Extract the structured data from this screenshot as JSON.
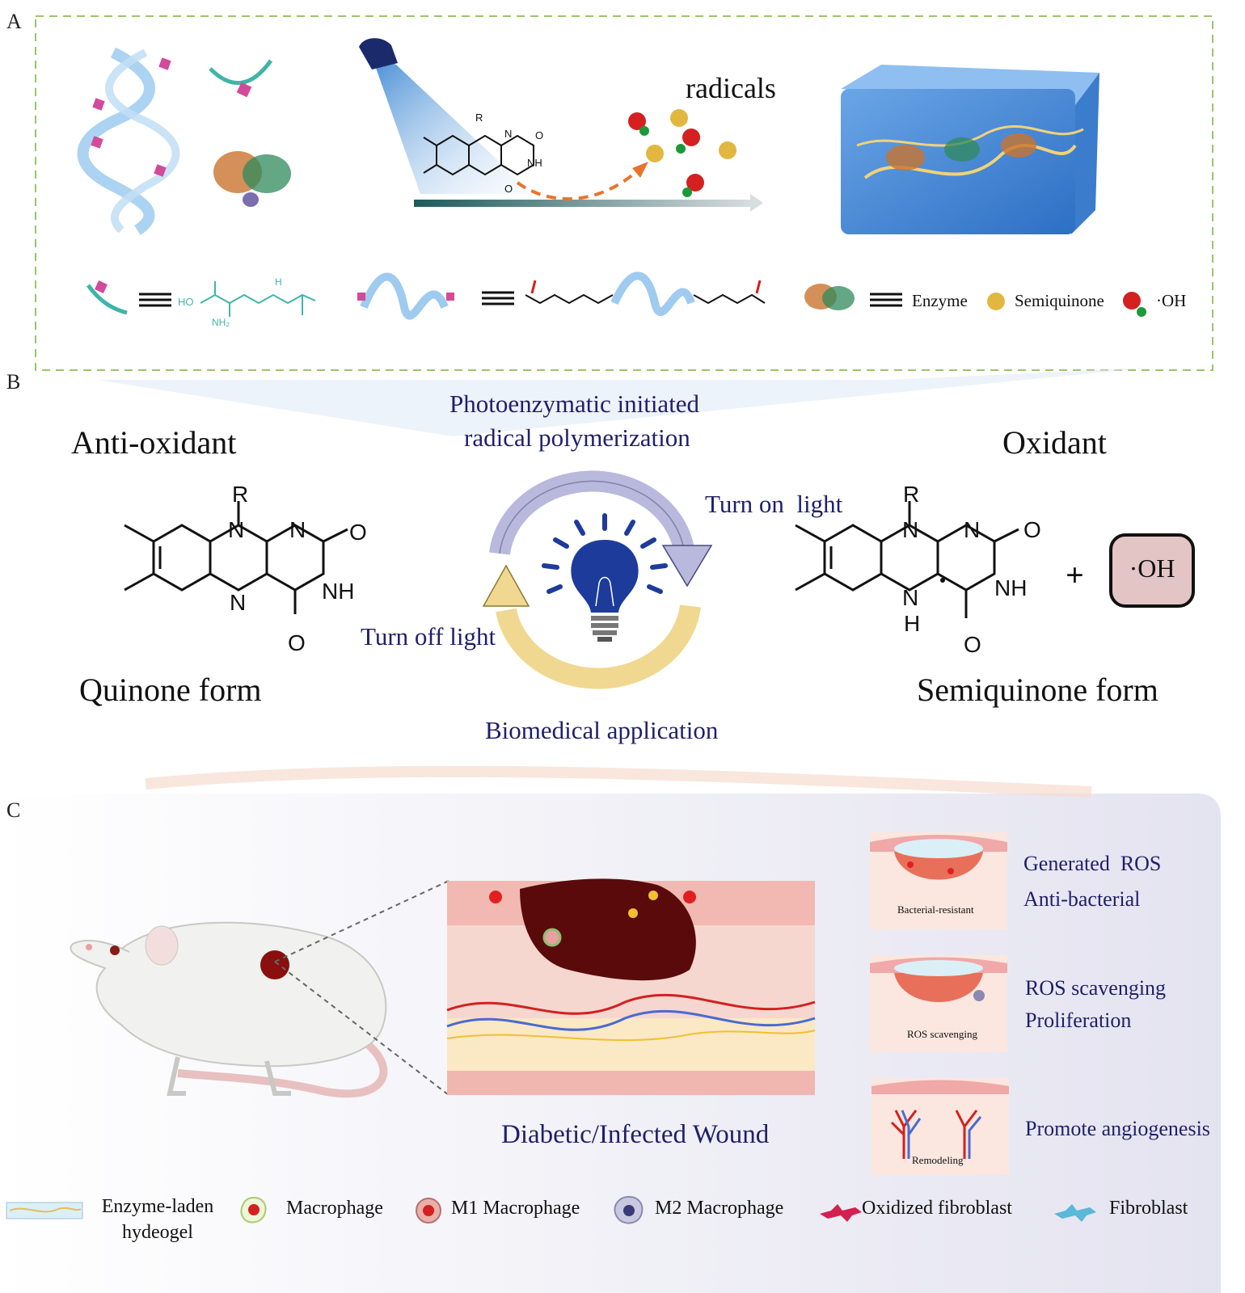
{
  "panels": {
    "a_label": "A",
    "b_label": "B",
    "c_label": "C"
  },
  "panel_a": {
    "radicals_label": "radicals",
    "legend_enzyme": "Enzyme",
    "legend_semiquinone": "Semiquinone",
    "legend_oh": "·OH",
    "chem_labels": {
      "r": "R",
      "n": "N",
      "o": "O",
      "nh": "NH",
      "ho": "HO",
      "nh2": "NH₂",
      "h": "H"
    }
  },
  "panel_b": {
    "antioxidant": "Anti-oxidant",
    "oxidant": "Oxidant",
    "top_caption_line1": "Photoenzymatic initiated",
    "top_caption_line2": "radical polymerization",
    "turn_on": "Turn on  light",
    "turn_off": "Turn off light",
    "quinone_form": "Quinone form",
    "semiquinone_form": "Semiquinone form",
    "biomedical": "Biomedical application",
    "plus": "+",
    "oh_box": "·OH"
  },
  "panel_c": {
    "wound_label": "Diabetic/Infected Wound",
    "inset1_caption": "Bacterial-resistant",
    "inset2_caption": "ROS scavenging",
    "inset3_caption": "Remodeling",
    "effect1_line1": "Generated  ROS",
    "effect1_line2": "Anti-bacterial",
    "effect2_line1": "ROS scavenging",
    "effect2_line2": "Proliferation",
    "effect3": "Promote angiogenesis"
  },
  "legend": {
    "hydrogel_line1": "Enzyme-laden",
    "hydrogel_line2": "hydeogel",
    "macrophage": "Macrophage",
    "m1": "M1 Macrophage",
    "m2": "M2 Macrophage",
    "oxidized_fibroblast": "Oxidized fibroblast",
    "fibroblast": "Fibroblast"
  },
  "colors": {
    "navy_text": "#1f1f6b",
    "dashed_border": "#9cc46a",
    "hydrogel_blue": "#4a8fd6",
    "arrow_purple": "#b9b9dd",
    "arrow_yellow": "#f0d890",
    "bulb_blue": "#1d3b9a",
    "radical_red": "#d42020",
    "radical_green": "#1a9a3a",
    "semiquinone_gold": "#e2b740",
    "ros_red": "#e02020"
  }
}
